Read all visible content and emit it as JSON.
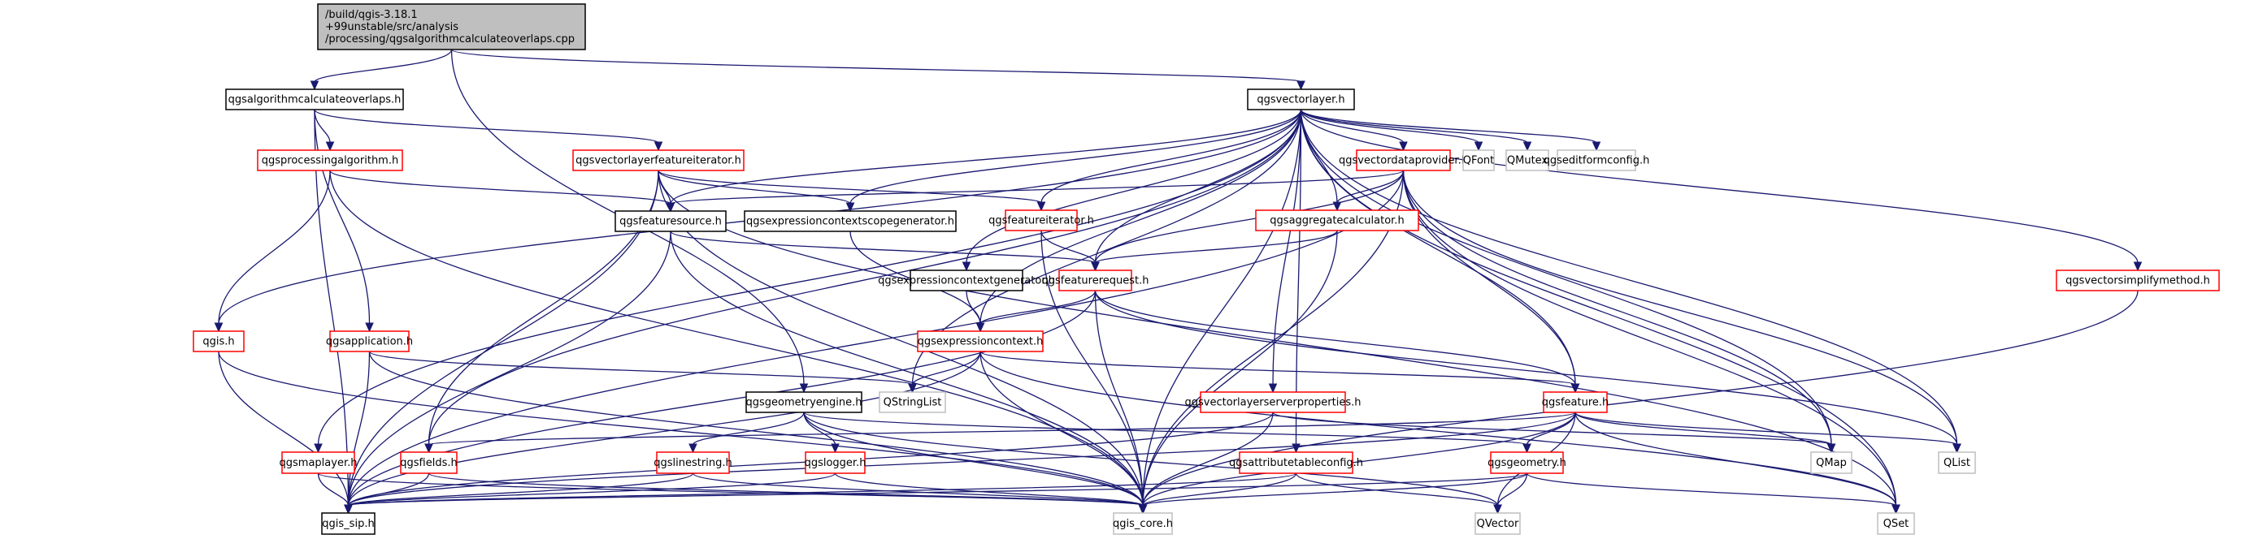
{
  "graph": {
    "title": "Include dependency graph for qgsalgorithmcalculateoverlaps.cpp",
    "colors": {
      "edge": "#191970",
      "root_fill": "#bfbfbf",
      "normal_border": "#000000",
      "incomplete_border": "#ff0000",
      "external_border": "#bfbfbf"
    },
    "nodes": [
      {
        "id": "root",
        "kind": "root",
        "lines": [
          "/build/qgis-3.18.1",
          "+99unstable/src/analysis",
          "/processing/qgsalgorithmcalculateoverlaps.cpp"
        ]
      },
      {
        "id": "calcoverlaps_h",
        "kind": "normal",
        "lines": [
          "qgsalgorithmcalculateoverlaps.h"
        ]
      },
      {
        "id": "vectorlayer_h",
        "kind": "normal",
        "lines": [
          "qgsvectorlayer.h"
        ]
      },
      {
        "id": "processingalgorithm_h",
        "kind": "incomplete",
        "lines": [
          "qgsprocessingalgorithm.h"
        ]
      },
      {
        "id": "vlfeatureiterator_h",
        "kind": "incomplete",
        "lines": [
          "qgsvectorlayerfeatureiterator.h"
        ]
      },
      {
        "id": "vectordataprovider_h",
        "kind": "incomplete",
        "lines": [
          "qgsvectordataprovider.h"
        ]
      },
      {
        "id": "QFont",
        "kind": "external",
        "lines": [
          "QFont"
        ]
      },
      {
        "id": "QMutex",
        "kind": "external",
        "lines": [
          "QMutex"
        ]
      },
      {
        "id": "editformconfig_h",
        "kind": "external",
        "lines": [
          "qgseditformconfig.h"
        ]
      },
      {
        "id": "featuresource_h",
        "kind": "normal",
        "lines": [
          "qgsfeaturesource.h"
        ]
      },
      {
        "id": "exprctxscopegen_h",
        "kind": "normal",
        "lines": [
          "qgsexpressioncontextscopegenerator.h"
        ]
      },
      {
        "id": "featureiterator_h",
        "kind": "incomplete",
        "lines": [
          "qgsfeatureiterator.h"
        ]
      },
      {
        "id": "aggregatecalculator_h",
        "kind": "incomplete",
        "lines": [
          "qgsaggregatecalculator.h"
        ]
      },
      {
        "id": "vectorsimplifymethod_h",
        "kind": "incomplete",
        "lines": [
          "qgsvectorsimplifymethod.h"
        ]
      },
      {
        "id": "exprctxgen_h",
        "kind": "normal",
        "lines": [
          "qgsexpressioncontextgenerator.h"
        ]
      },
      {
        "id": "featurerequest_h",
        "kind": "incomplete",
        "lines": [
          "qgsfeaturerequest.h"
        ]
      },
      {
        "id": "qgis_h",
        "kind": "incomplete",
        "lines": [
          "qgis.h"
        ]
      },
      {
        "id": "application_h",
        "kind": "incomplete",
        "lines": [
          "qgsapplication.h"
        ]
      },
      {
        "id": "exprctx_h",
        "kind": "incomplete",
        "lines": [
          "qgsexpressioncontext.h"
        ]
      },
      {
        "id": "geometryengine_h",
        "kind": "normal",
        "lines": [
          "qgsgeometryengine.h"
        ]
      },
      {
        "id": "QStringList",
        "kind": "external",
        "lines": [
          "QStringList"
        ]
      },
      {
        "id": "vlserverprops_h",
        "kind": "incomplete",
        "lines": [
          "qgsvectorlayerserverproperties.h"
        ]
      },
      {
        "id": "feature_h",
        "kind": "incomplete",
        "lines": [
          "qgsfeature.h"
        ]
      },
      {
        "id": "maplayer_h",
        "kind": "incomplete",
        "lines": [
          "qgsmaplayer.h"
        ]
      },
      {
        "id": "fields_h",
        "kind": "incomplete",
        "lines": [
          "qgsfields.h"
        ]
      },
      {
        "id": "linestring_h",
        "kind": "incomplete",
        "lines": [
          "qgslinestring.h"
        ]
      },
      {
        "id": "logger_h",
        "kind": "incomplete",
        "lines": [
          "qgslogger.h"
        ]
      },
      {
        "id": "attrtableconfig_h",
        "kind": "incomplete",
        "lines": [
          "qgsattributetableconfig.h"
        ]
      },
      {
        "id": "geometry_h",
        "kind": "incomplete",
        "lines": [
          "qgsgeometry.h"
        ]
      },
      {
        "id": "QMap",
        "kind": "external",
        "lines": [
          "QMap"
        ]
      },
      {
        "id": "QList",
        "kind": "external",
        "lines": [
          "QList"
        ]
      },
      {
        "id": "qgis_sip_h",
        "kind": "normal",
        "lines": [
          "qgis_sip.h"
        ]
      },
      {
        "id": "qgis_core_h",
        "kind": "external",
        "lines": [
          "qgis_core.h"
        ]
      },
      {
        "id": "QVector",
        "kind": "external",
        "lines": [
          "QVector"
        ]
      },
      {
        "id": "QSet",
        "kind": "external",
        "lines": [
          "QSet"
        ]
      }
    ],
    "edges": [
      [
        "root",
        "calcoverlaps_h"
      ],
      [
        "root",
        "vectorlayer_h"
      ],
      [
        "root",
        "geometryengine_h"
      ],
      [
        "calcoverlaps_h",
        "processingalgorithm_h"
      ],
      [
        "calcoverlaps_h",
        "vlfeatureiterator_h"
      ],
      [
        "calcoverlaps_h",
        "application_h"
      ],
      [
        "calcoverlaps_h",
        "qgis_sip_h"
      ],
      [
        "vectorlayer_h",
        "qgis_h"
      ],
      [
        "vectorlayer_h",
        "vectordataprovider_h"
      ],
      [
        "vectorlayer_h",
        "QFont"
      ],
      [
        "vectorlayer_h",
        "QMutex"
      ],
      [
        "vectorlayer_h",
        "editformconfig_h"
      ],
      [
        "vectorlayer_h",
        "featuresource_h"
      ],
      [
        "vectorlayer_h",
        "exprctxscopegen_h"
      ],
      [
        "vectorlayer_h",
        "featureiterator_h"
      ],
      [
        "vectorlayer_h",
        "aggregatecalculator_h"
      ],
      [
        "vectorlayer_h",
        "vectorsimplifymethod_h"
      ],
      [
        "vectorlayer_h",
        "exprctxgen_h"
      ],
      [
        "vectorlayer_h",
        "featurerequest_h"
      ],
      [
        "vectorlayer_h",
        "exprctx_h"
      ],
      [
        "vectorlayer_h",
        "QStringList"
      ],
      [
        "vectorlayer_h",
        "vlserverprops_h"
      ],
      [
        "vectorlayer_h",
        "feature_h"
      ],
      [
        "vectorlayer_h",
        "maplayer_h"
      ],
      [
        "vectorlayer_h",
        "fields_h"
      ],
      [
        "vectorlayer_h",
        "attrtableconfig_h"
      ],
      [
        "vectorlayer_h",
        "QMap"
      ],
      [
        "vectorlayer_h",
        "QList"
      ],
      [
        "vectorlayer_h",
        "qgis_core_h"
      ],
      [
        "vectorlayer_h",
        "QSet"
      ],
      [
        "processingalgorithm_h",
        "qgis_h"
      ],
      [
        "processingalgorithm_h",
        "featuresource_h"
      ],
      [
        "processingalgorithm_h",
        "qgis_core_h"
      ],
      [
        "vlfeatureiterator_h",
        "featuresource_h"
      ],
      [
        "vlfeatureiterator_h",
        "exprctxscopegen_h"
      ],
      [
        "vlfeatureiterator_h",
        "featureiterator_h"
      ],
      [
        "vlfeatureiterator_h",
        "fields_h"
      ],
      [
        "vlfeatureiterator_h",
        "qgis_sip_h"
      ],
      [
        "vlfeatureiterator_h",
        "qgis_core_h"
      ],
      [
        "vlfeatureiterator_h",
        "QSet"
      ],
      [
        "vectordataprovider_h",
        "featuresource_h"
      ],
      [
        "vectordataprovider_h",
        "aggregatecalculator_h"
      ],
      [
        "vectordataprovider_h",
        "featurerequest_h"
      ],
      [
        "vectordataprovider_h",
        "feature_h"
      ],
      [
        "vectordataprovider_h",
        "QMap"
      ],
      [
        "vectordataprovider_h",
        "QList"
      ],
      [
        "vectordataprovider_h",
        "QSet"
      ],
      [
        "vectordataprovider_h",
        "qgis_core_h"
      ],
      [
        "vectordataprovider_h",
        "qgis_sip_h"
      ],
      [
        "featuresource_h",
        "featurerequest_h"
      ],
      [
        "featuresource_h",
        "qgis_core_h"
      ],
      [
        "featuresource_h",
        "qgis_sip_h"
      ],
      [
        "exprctxscopegen_h",
        "exprctx_h"
      ],
      [
        "featureiterator_h",
        "featurerequest_h"
      ],
      [
        "featureiterator_h",
        "qgis_core_h"
      ],
      [
        "aggregatecalculator_h",
        "featurerequest_h"
      ],
      [
        "aggregatecalculator_h",
        "qgis_core_h"
      ],
      [
        "vectorsimplifymethod_h",
        "qgis_core_h"
      ],
      [
        "exprctxgen_h",
        "exprctx_h"
      ],
      [
        "featurerequest_h",
        "exprctx_h"
      ],
      [
        "featurerequest_h",
        "feature_h"
      ],
      [
        "featurerequest_h",
        "qgis_core_h"
      ],
      [
        "featurerequest_h",
        "qgis_sip_h"
      ],
      [
        "featurerequest_h",
        "QList"
      ],
      [
        "qgis_h",
        "qgis_sip_h"
      ],
      [
        "qgis_h",
        "qgis_core_h"
      ],
      [
        "application_h",
        "QStringList"
      ],
      [
        "application_h",
        "qgis_sip_h"
      ],
      [
        "application_h",
        "qgis_core_h"
      ],
      [
        "exprctx_h",
        "QStringList"
      ],
      [
        "exprctx_h",
        "feature_h"
      ],
      [
        "exprctx_h",
        "qgis_core_h"
      ],
      [
        "exprctx_h",
        "qgis_sip_h"
      ],
      [
        "exprctx_h",
        "QSet"
      ],
      [
        "geometryengine_h",
        "linestring_h"
      ],
      [
        "geometryengine_h",
        "logger_h"
      ],
      [
        "geometryengine_h",
        "qgis_core_h"
      ],
      [
        "geometryengine_h",
        "geometry_h"
      ],
      [
        "geometryengine_h",
        "QVector"
      ],
      [
        "vlserverprops_h",
        "qgis_core_h"
      ],
      [
        "vlserverprops_h",
        "qgis_sip_h"
      ],
      [
        "vlserverprops_h",
        "QMap"
      ],
      [
        "feature_h",
        "fields_h"
      ],
      [
        "feature_h",
        "geometry_h"
      ],
      [
        "feature_h",
        "QMap"
      ],
      [
        "feature_h",
        "QList"
      ],
      [
        "feature_h",
        "QSet"
      ],
      [
        "feature_h",
        "QVector"
      ],
      [
        "feature_h",
        "qgis_core_h"
      ],
      [
        "feature_h",
        "qgis_sip_h"
      ],
      [
        "maplayer_h",
        "qgis_sip_h"
      ],
      [
        "maplayer_h",
        "qgis_core_h"
      ],
      [
        "fields_h",
        "qgis_sip_h"
      ],
      [
        "fields_h",
        "qgis_core_h"
      ],
      [
        "linestring_h",
        "qgis_sip_h"
      ],
      [
        "linestring_h",
        "qgis_core_h"
      ],
      [
        "logger_h",
        "qgis_sip_h"
      ],
      [
        "logger_h",
        "qgis_core_h"
      ],
      [
        "attrtableconfig_h",
        "qgis_sip_h"
      ],
      [
        "attrtableconfig_h",
        "qgis_core_h"
      ],
      [
        "attrtableconfig_h",
        "QVector"
      ],
      [
        "geometry_h",
        "QVector"
      ],
      [
        "geometry_h",
        "QSet"
      ],
      [
        "geometry_h",
        "qgis_core_h"
      ],
      [
        "geometry_h",
        "qgis_sip_h"
      ]
    ]
  }
}
